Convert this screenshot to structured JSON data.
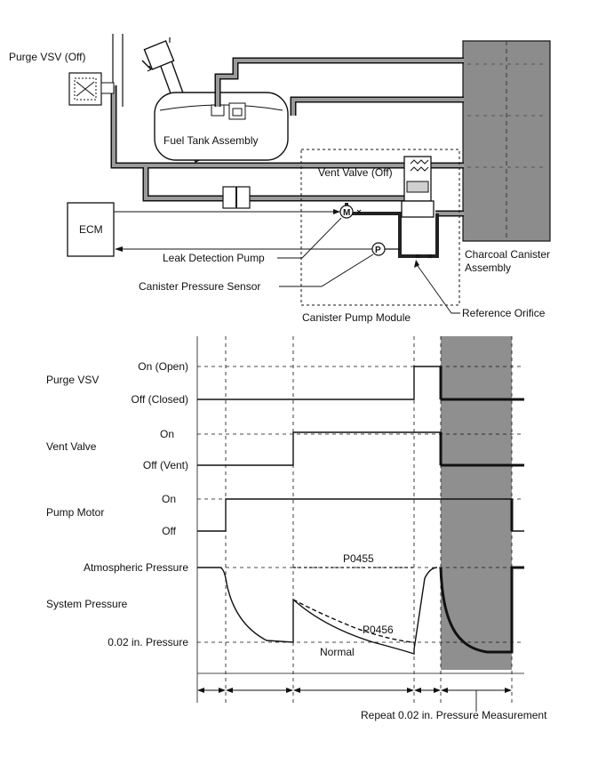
{
  "schematic": {
    "purge_vsv_label": "Purge VSV (Off)",
    "fuel_tank_label": "Fuel Tank Assembly",
    "vent_valve_label": "Vent Valve (Off)",
    "ecm_label": "ECM",
    "leak_pump_label": "Leak Detection Pump",
    "pressure_sensor_label": "Canister Pressure Sensor",
    "pump_module_label": "Canister Pump Module",
    "reference_orifice_label": "Reference Orifice",
    "canister_label_line1": "Charcoal Canister",
    "canister_label_line2": "Assembly",
    "motor_symbol": "M",
    "pressure_symbol": "P"
  },
  "timing": {
    "signals": [
      {
        "name": "Purge VSV",
        "high_label": "On (Open)",
        "low_label": "Off (Closed)"
      },
      {
        "name": "Vent Valve",
        "high_label": "On",
        "low_label": "Off (Vent)"
      },
      {
        "name": "Pump Motor",
        "high_label": "On",
        "low_label": "Off"
      },
      {
        "name": "System Pressure",
        "high_label": "Atmospheric Pressure",
        "low_label": "0.02 in. Pressure"
      }
    ],
    "curve_labels": {
      "p0455": "P0455",
      "p0456": "P0456",
      "normal": "Normal"
    },
    "footer_label": "Repeat 0.02 in. Pressure Measurement"
  },
  "colors": {
    "line": "#111111",
    "pipe_fill": "#9a9a9a",
    "canister": "#8c8c8c",
    "shade": "#8f8f8f"
  }
}
